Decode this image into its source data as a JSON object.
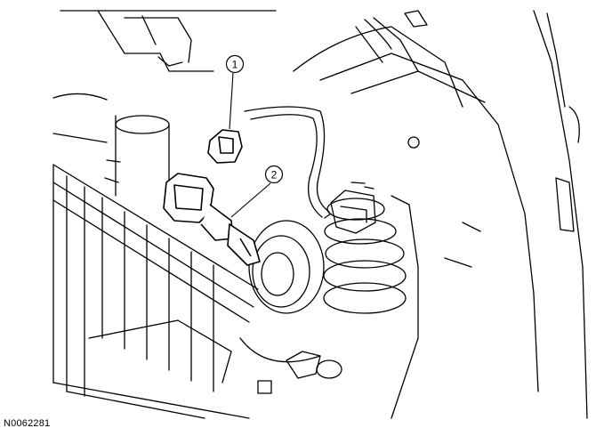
{
  "figure_id": "N0062281",
  "callouts": [
    {
      "number": "1"
    },
    {
      "number": "2"
    }
  ]
}
